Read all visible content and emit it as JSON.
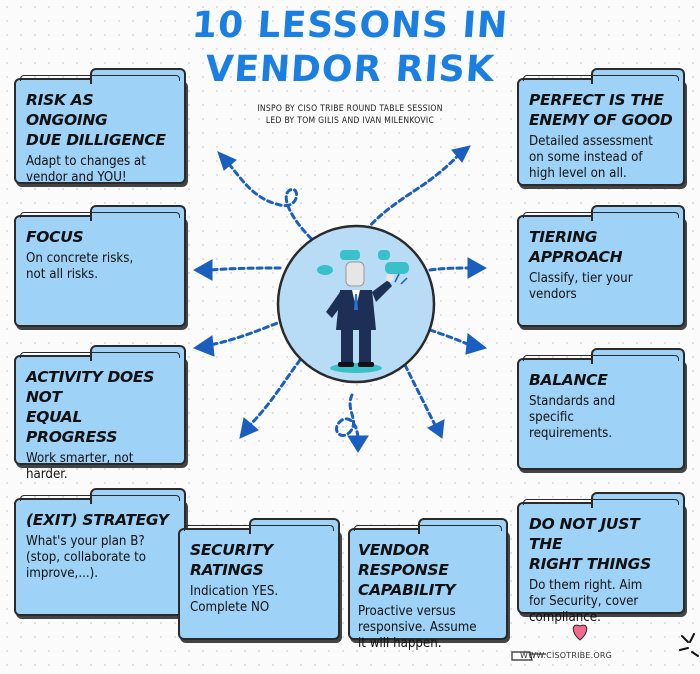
{
  "title_line1": "10 LESSONS IN",
  "title_line2": "VENDOR RISK",
  "subtitle_line1": "INSPO BY CISO TRIBE ROUND TABLE SESSION",
  "subtitle_line2": "LED BY TOM GILIS AND IVAN MILENKOVIC",
  "lessons": [
    {
      "title": "RISK AS ONGOING\nDUE DILLIGENCE",
      "body": "Adapt to changes at\nvendor and YOU!"
    },
    {
      "title": "FOCUS",
      "body": "On concrete risks,\nnot all risks."
    },
    {
      "title": "ACTIVITY DOES NOT\nEQUAL PROGRESS",
      "body": "Work smarter, not\nharder."
    },
    {
      "title": "(EXIT) STRATEGY",
      "body": "What's your plan B?\n(stop, collaborate to\nimprove,...)."
    },
    {
      "title": "SECURITY RATINGS",
      "body": "Indication YES.\nComplete NO"
    },
    {
      "title": "VENDOR RESPONSE\nCAPABILITY",
      "body": "Proactive versus\nresponsive. Assume\nit will happen."
    },
    {
      "title": "PERFECT IS THE\nENEMY OF GOOD",
      "body": "Detailed assessment\non some instead of\nhigh level on all."
    },
    {
      "title": "TIERING APPROACH",
      "body": "Classify, tier your\nvendors"
    },
    {
      "title": "BALANCE",
      "body": "Standards and\nspecific\nrequirements."
    },
    {
      "title": "DO NOT JUST THE\nRIGHT THINGS",
      "body": "Do them right. Aim\nfor Security, cover\ncompliance."
    }
  ],
  "footer": "WWW.CISOTRIBE.ORG",
  "colors": {
    "title": "#1a7fe0",
    "card": "#9fd2f7",
    "arrow": "#1a5fbf",
    "circle": "#b8dcf6"
  },
  "icons": [
    "arrow-icon",
    "businessman-icon",
    "speech-bubble-icon",
    "heart-icon",
    "pointing-hand-icon",
    "sparkle-icon"
  ]
}
